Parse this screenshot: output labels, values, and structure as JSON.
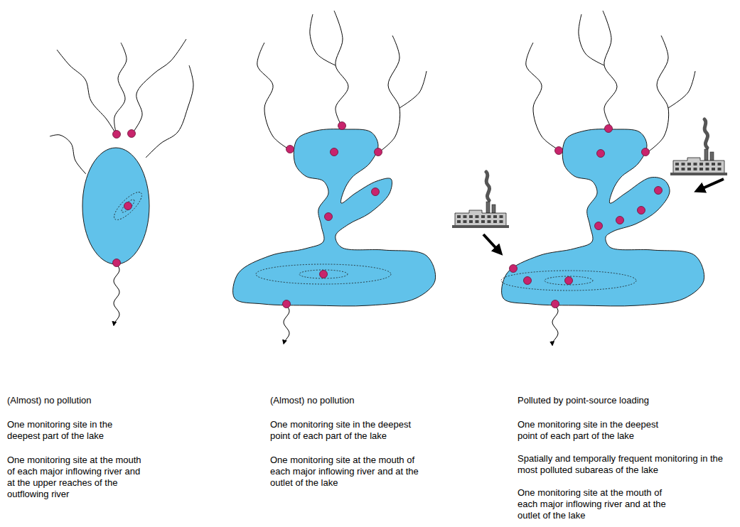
{
  "diagram": {
    "labels": [
      "(Almost) no pollution",
      "One monitoring site in the deepest part of the lake",
      "One monitoring site at the mouth of each major inflowing river and at the upper reaches of the outflowing river",
      "(Almost) no pollution",
      "One monitoring site in the deepest point of each part of the lake",
      "One monitoring site at the mouth of each major inflowing river and at the outlet of the lake",
      "Polluted by point-source loading",
      "One monitoring site in the deepest point of each part of the lake",
      "Spatially and temporally frequent monitoring in the most polluted subareas of the lake",
      "One monitoring site at the mouth of each major inflowing river and at the outlet of the lake"
    ]
  }
}
